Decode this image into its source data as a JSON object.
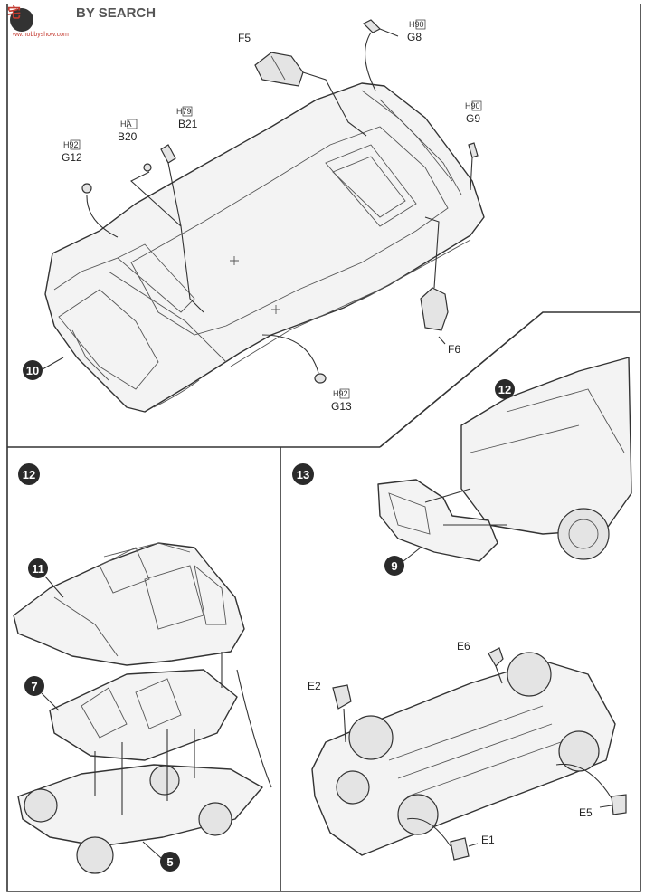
{
  "watermark": {
    "cn": "宅",
    "en": "BY SEARCH",
    "url": "ww.hobbyshow.com"
  },
  "step10": {
    "number": "10",
    "parts": [
      {
        "label": "F5",
        "code": ""
      },
      {
        "label": "G8",
        "code": "90"
      },
      {
        "label": "B20",
        "code": "A"
      },
      {
        "label": "B21",
        "code": "79"
      },
      {
        "label": "G12",
        "code": "92"
      },
      {
        "label": "G9",
        "code": "90"
      },
      {
        "label": "F6",
        "code": ""
      },
      {
        "label": "G13",
        "code": "92"
      }
    ],
    "code_prefix": "H"
  },
  "step12": {
    "number": "12",
    "refs": [
      "11",
      "7",
      "5"
    ]
  },
  "step13": {
    "number": "13",
    "refs": [
      "12",
      "9"
    ],
    "parts": [
      {
        "label": "E6"
      },
      {
        "label": "E2"
      },
      {
        "label": "E5"
      },
      {
        "label": "E1"
      }
    ]
  }
}
